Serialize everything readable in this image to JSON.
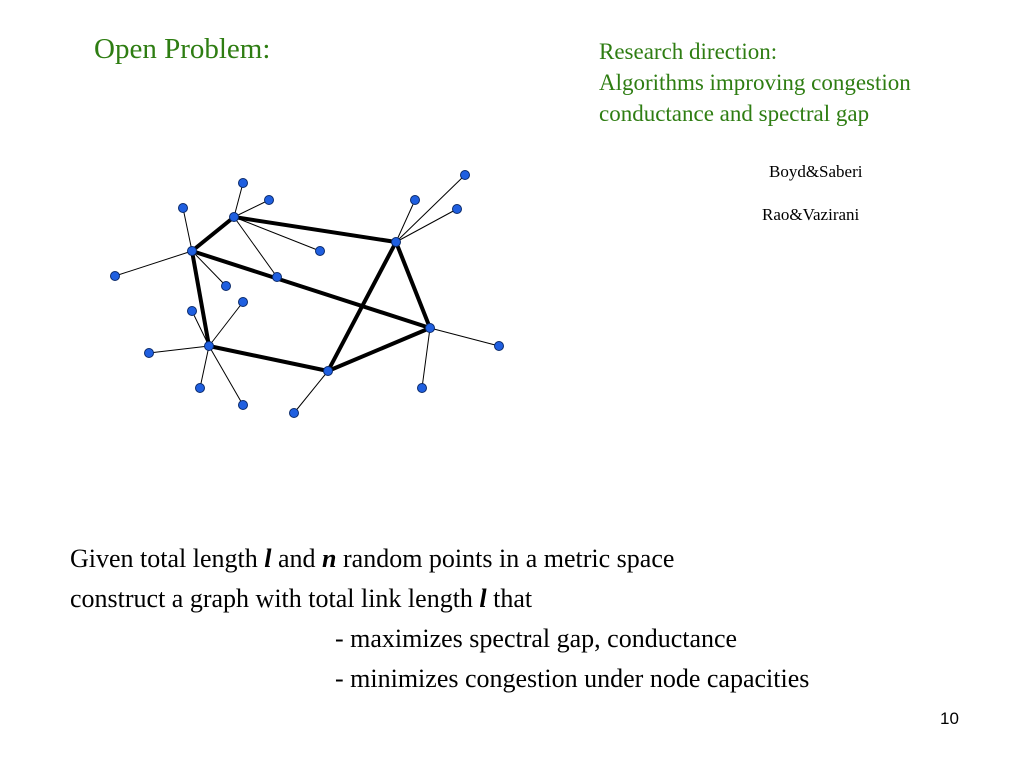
{
  "slide": {
    "title": "Open Problem:",
    "research": {
      "line1": "Research direction:",
      "line2": "Algorithms improving congestion",
      "line3": "conductance and spectral gap"
    },
    "references": [
      "Boyd&Saberi",
      "Rao&Vazirani"
    ],
    "problem": {
      "l1_part1": "Given total length ",
      "l1_var1": "l",
      "l1_part2": " and ",
      "l1_var2": "n",
      "l1_part3": " random points in a metric space",
      "l2_part1": "construct a graph with total link length ",
      "l2_var": "l",
      "l2_part2": " that",
      "bullet1": "- maximizes spectral gap, conductance",
      "bullet2": "- minimizes congestion under node capacities"
    },
    "page_number": "10"
  },
  "colors": {
    "heading_green": "#2e7d12",
    "node_fill": "#1f5fe0",
    "node_stroke": "#0a2a6b",
    "edge": "#000000"
  }
}
